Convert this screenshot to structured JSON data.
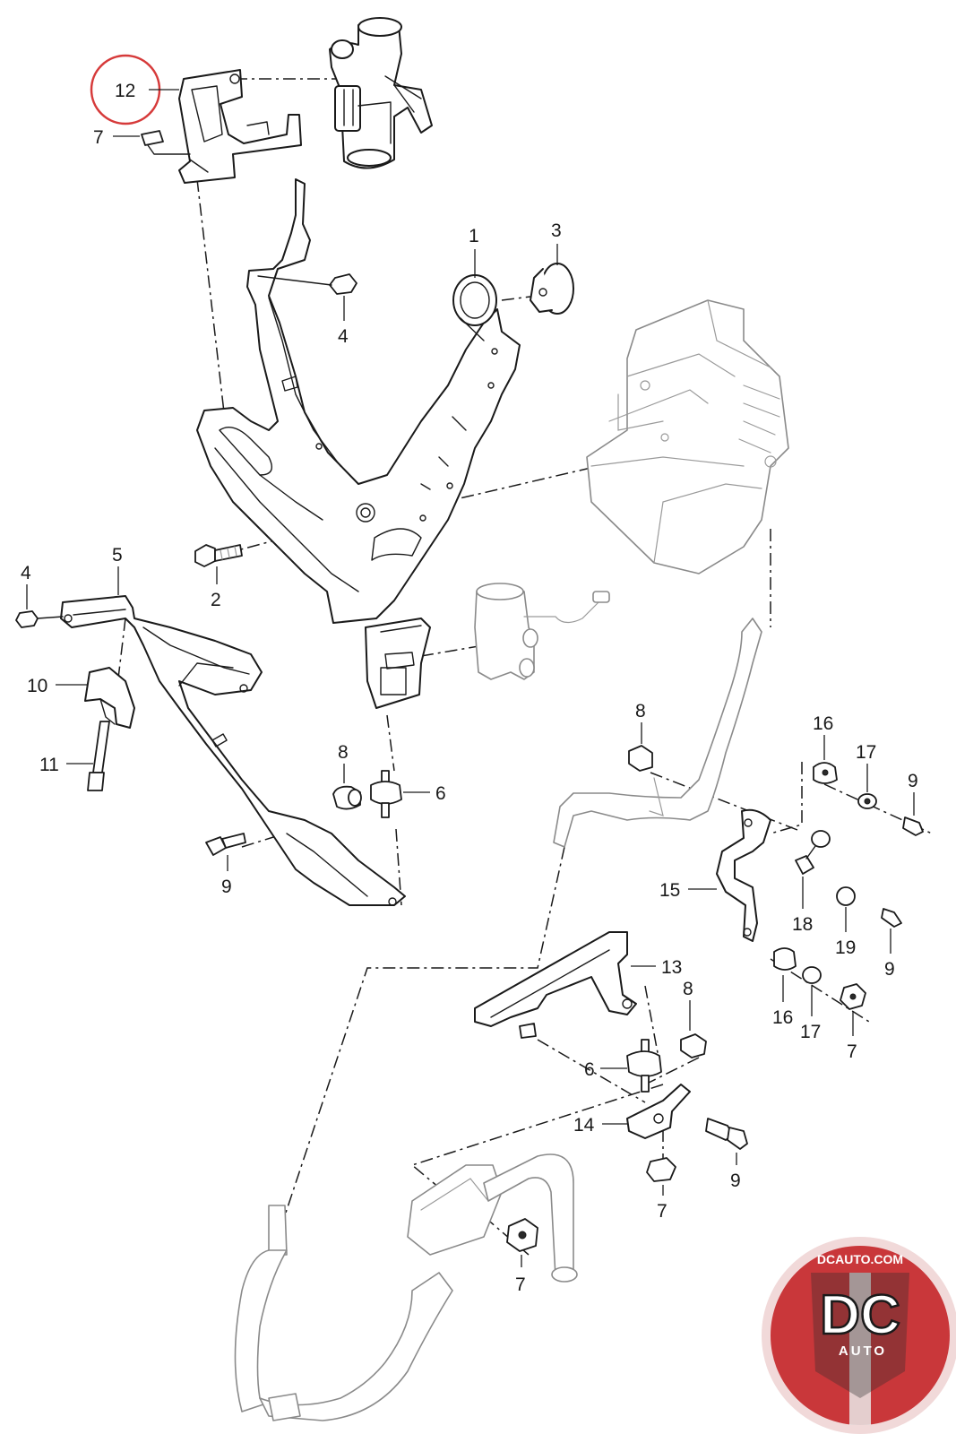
{
  "diagram": {
    "highlight_color": "#d63a3a",
    "line_color": "#1a1a1a",
    "highlighted_callout": "12",
    "callouts": [
      "12",
      "7",
      "1",
      "3",
      "4",
      "5",
      "4",
      "2",
      "10",
      "11",
      "8",
      "6",
      "9",
      "8",
      "16",
      "17",
      "9",
      "15",
      "18",
      "19",
      "9",
      "13",
      "8",
      "16",
      "17",
      "7",
      "6",
      "14",
      "9",
      "7",
      "7"
    ]
  },
  "logo": {
    "url_text": "DCAUTO.COM",
    "monogram": "DC",
    "wordmark": "AUTO",
    "badge_color": "#c9373a",
    "ring_color": "#f1d9d9"
  }
}
